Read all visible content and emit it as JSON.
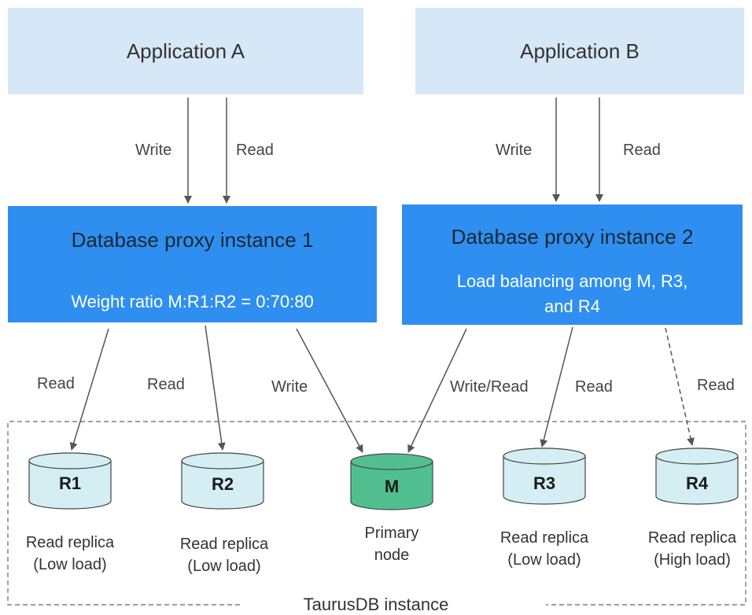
{
  "applications": [
    {
      "id": "a",
      "label": "Application A"
    },
    {
      "id": "b",
      "label": "Application B"
    }
  ],
  "proxies": [
    {
      "id": "p1",
      "title": "Database proxy instance 1",
      "subtitle": "Weight ratio M:R1:R2 = 0:70:80"
    },
    {
      "id": "p2",
      "title": "Database proxy instance 2",
      "subtitle_line1": "Load balancing among M, R3,",
      "subtitle_line2": "and R4"
    }
  ],
  "edge_labels": {
    "a_write": "Write",
    "a_read": "Read",
    "b_write": "Write",
    "b_read": "Read",
    "p1_r1": "Read",
    "p1_r2": "Read",
    "p1_m": "Write",
    "p2_m": "Write/Read",
    "p2_r3": "Read",
    "p2_r4": "Read"
  },
  "nodes": [
    {
      "id": "r1",
      "code": "R1",
      "line1": "Read replica",
      "line2": "(Low load)",
      "color": "#d4eef3"
    },
    {
      "id": "r2",
      "code": "R2",
      "line1": "Read replica",
      "line2": "(Low load)",
      "color": "#d4eef3"
    },
    {
      "id": "m",
      "code": "M",
      "line1": "Primary",
      "line2": "node",
      "color": "#52bf90"
    },
    {
      "id": "r3",
      "code": "R3",
      "line1": "Read replica",
      "line2": "(Low load)",
      "color": "#d4eef3"
    },
    {
      "id": "r4",
      "code": "R4",
      "line1": "Read replica",
      "line2": "(High load)",
      "color": "#d4eef3"
    }
  ],
  "instance_label": "TaurusDB instance",
  "colors": {
    "app_fill": "#d6e7f7",
    "proxy_fill": "#2f8ff0",
    "replica_fill": "#d4eef3",
    "primary_fill": "#52bf90",
    "line": "#555555"
  }
}
